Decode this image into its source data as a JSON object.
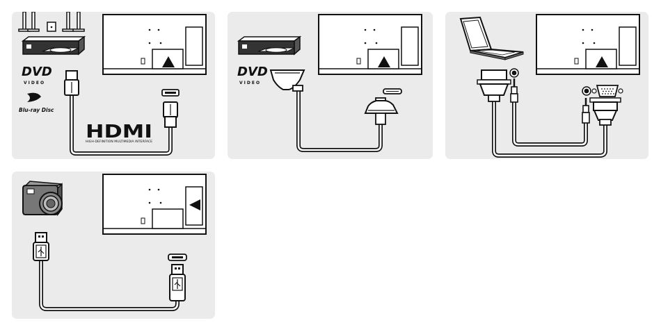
{
  "logos": {
    "dvd_word": "DVD",
    "dvd_sub": "VIDEO",
    "bluray_word": "Blu-ray Disc",
    "hdmi_word": "HDMI",
    "hdmi_tagline": "HIGH-DEFINITION MULTIMEDIA INTERFACE"
  },
  "colors": {
    "panel_bg": "#ebebeb",
    "line": "#111111",
    "device_fill": "#ffffff",
    "camera_body": "#777777"
  },
  "icons": {
    "panel_1": [
      "speaker-icon",
      "subwoofer-icon",
      "dvd-player-icon",
      "dvd-logo-icon",
      "bluray-logo-icon",
      "hdmi-plug-icon",
      "hdmi-port-icon",
      "hdmi-logo-icon"
    ],
    "panel_2": [
      "dvd-player-icon",
      "dvd-logo-icon",
      "scart-plug-icon",
      "scart-port-icon"
    ],
    "panel_3": [
      "laptop-icon",
      "vga-plug-icon",
      "vga-port-icon",
      "audio-jack-icon",
      "audio-port-icon"
    ],
    "panel_4": [
      "camera-icon",
      "usb-plug-icon",
      "usb-port-icon"
    ]
  }
}
